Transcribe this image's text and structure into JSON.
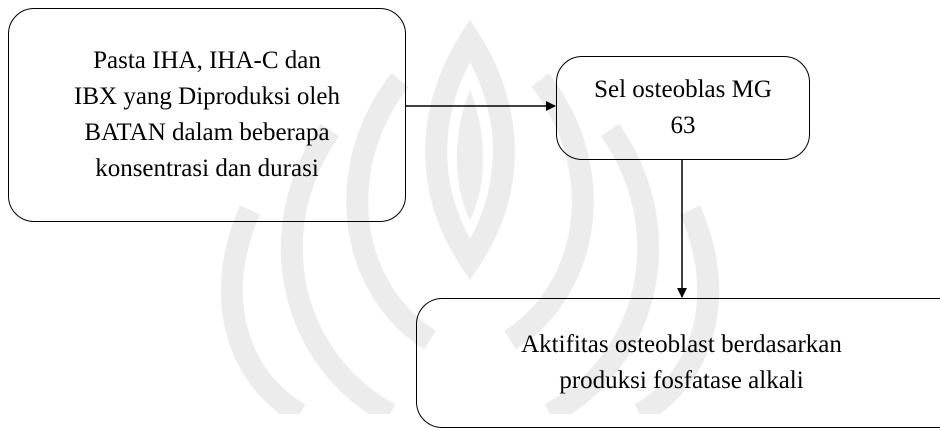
{
  "diagram": {
    "nodes": {
      "source": {
        "text": "Pasta IHA, IHA-C dan\nIBX yang Diproduksi oleh\nBATAN dalam beberapa\nkonsentrasi dan durasi"
      },
      "cells": {
        "text": "Sel osteoblas MG\n63"
      },
      "outcome": {
        "text": "Aktifitas osteoblast berdasarkan\nproduksi fosfatase alkali"
      }
    },
    "edges": [
      {
        "from": "source",
        "to": "cells"
      },
      {
        "from": "cells",
        "to": "outcome"
      }
    ],
    "colors": {
      "stroke": "#000000",
      "watermark": "#ebebeb"
    }
  }
}
